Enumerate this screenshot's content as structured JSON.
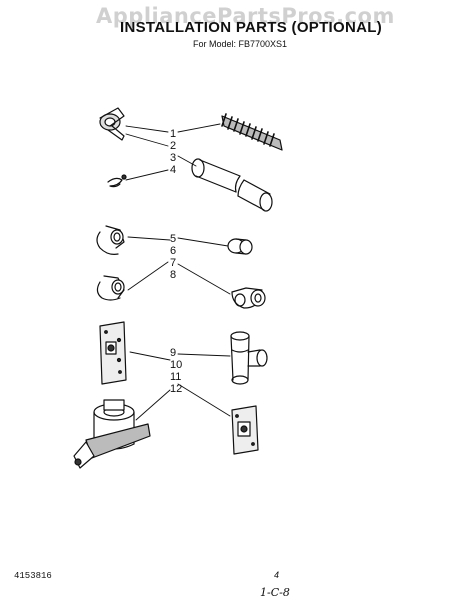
{
  "watermark": "AppliancePartsPros.com",
  "title": "INSTALLATION PARTS (OPTIONAL)",
  "model_line": "For Model: FB7700XS1",
  "callouts": [
    "1",
    "2",
    "3",
    "4",
    "5",
    "6",
    "7",
    "8",
    "9",
    "10",
    "11",
    "12"
  ],
  "footer": {
    "part_number": "4153816",
    "page": "4",
    "handwritten": "1-C-8"
  }
}
